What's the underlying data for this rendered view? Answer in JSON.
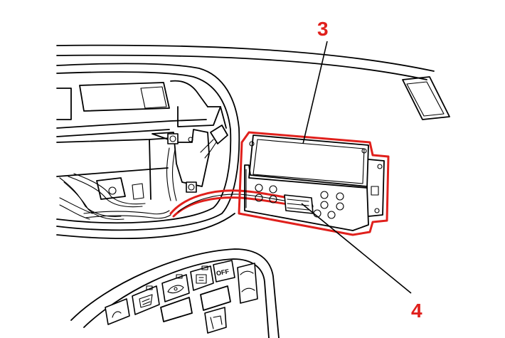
{
  "callouts": [
    {
      "id": "3",
      "label": "3"
    },
    {
      "id": "4",
      "label": "4"
    }
  ],
  "console_labels": {
    "off_button": "OFF"
  },
  "colors": {
    "highlight": "#e0201c",
    "callout": "#e0201c",
    "line": "#000000",
    "background": "#ffffff"
  },
  "icons": [
    "rear-defrost-icon",
    "recirculation-icon",
    "front-defrost-icon",
    "fan-icon",
    "seat-icon"
  ]
}
